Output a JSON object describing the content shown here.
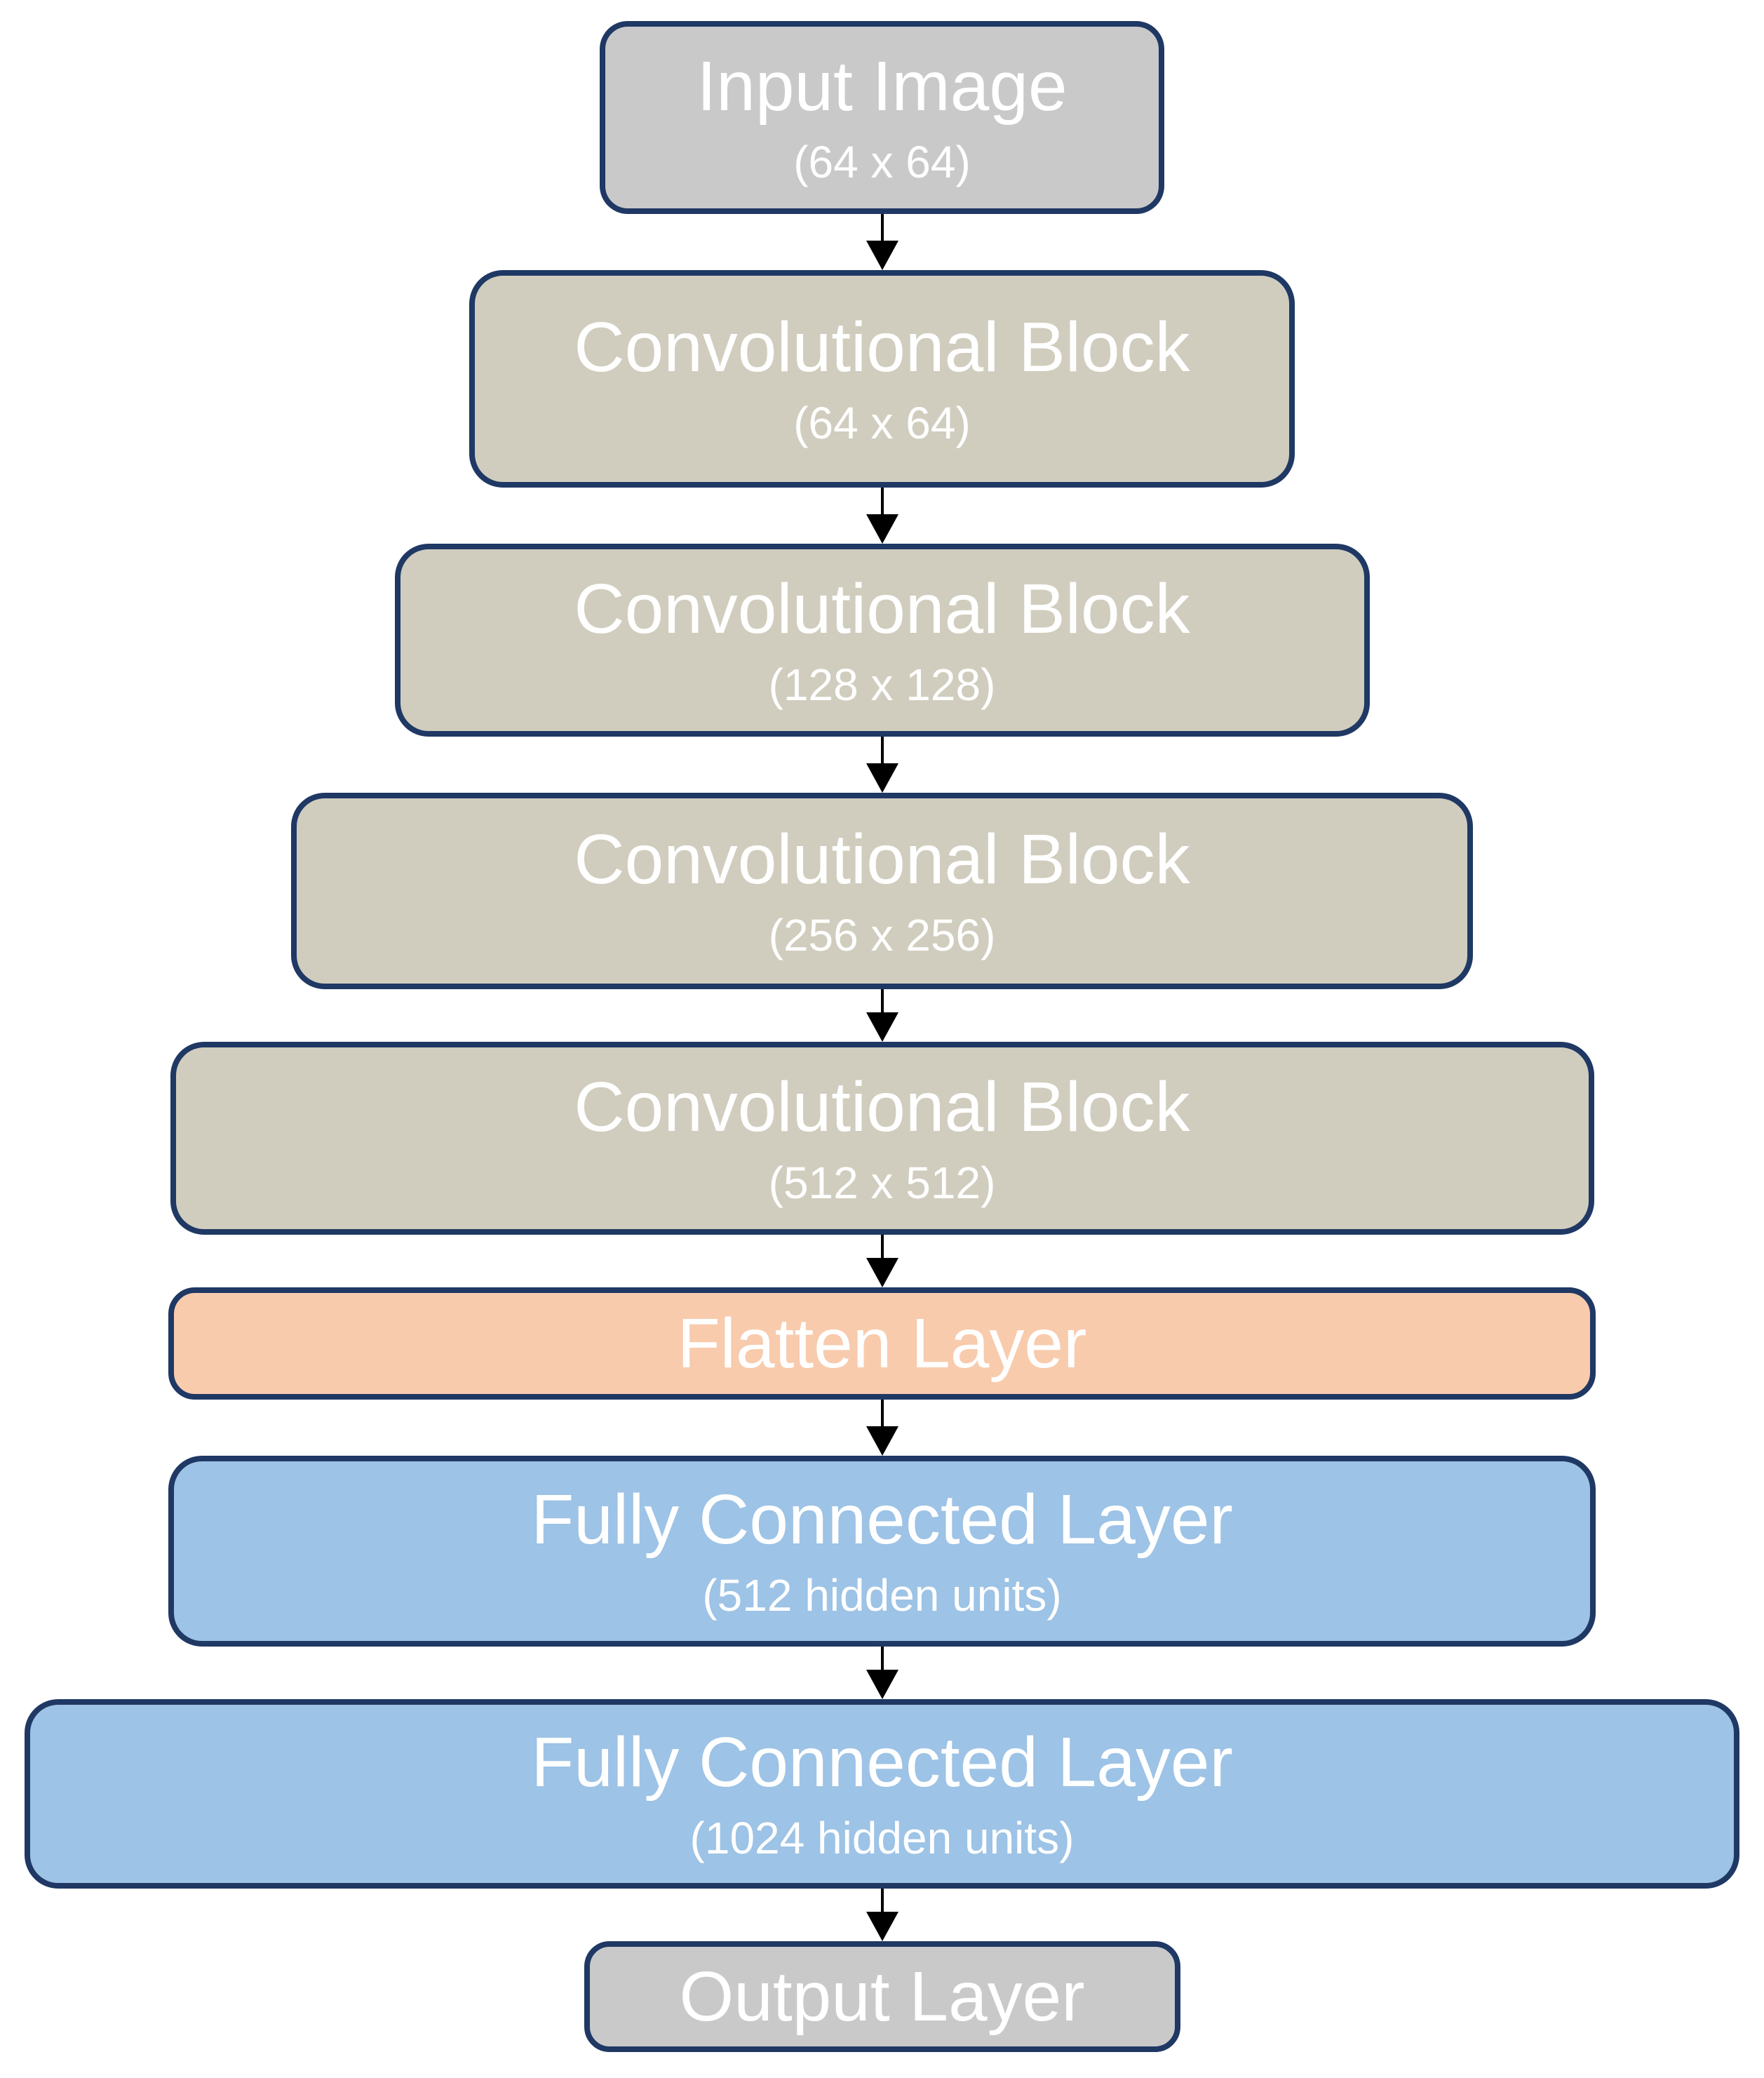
{
  "diagram": {
    "nodes": [
      {
        "id": "input-image",
        "label": "Input Image",
        "sublabel": "(64 x 64)",
        "fill": "#c9c9c9"
      },
      {
        "id": "conv-block-1",
        "label": "Convolutional Block",
        "sublabel": "(64 x 64)",
        "fill": "#d0cdbe"
      },
      {
        "id": "conv-block-2",
        "label": "Convolutional Block",
        "sublabel": "(128 x 128)",
        "fill": "#d0cdbe"
      },
      {
        "id": "conv-block-3",
        "label": "Convolutional Block",
        "sublabel": "(256 x 256)",
        "fill": "#d0cdbe"
      },
      {
        "id": "conv-block-4",
        "label": "Convolutional Block",
        "sublabel": "(512 x 512)",
        "fill": "#d0cdbe"
      },
      {
        "id": "flatten-layer",
        "label": "Flatten Layer",
        "sublabel": "",
        "fill": "#f8cbad"
      },
      {
        "id": "fc-layer-1",
        "label": "Fully Connected Layer",
        "sublabel": "(512 hidden units)",
        "fill": "#9dc3e6"
      },
      {
        "id": "fc-layer-2",
        "label": "Fully Connected Layer",
        "sublabel": "(1024 hidden units)",
        "fill": "#9dc3e6"
      },
      {
        "id": "output-layer",
        "label": "Output Layer",
        "sublabel": "",
        "fill": "#c9c9c9"
      }
    ],
    "colors": {
      "node_border": "#1f3864",
      "arrow": "#000000",
      "text": "#ffffff",
      "background": "#ffffff",
      "gray_node": "#c9c9c9",
      "tan_node": "#d0cdbe",
      "peach_node": "#f8cbad",
      "blue_node": "#9dc3e6"
    }
  }
}
